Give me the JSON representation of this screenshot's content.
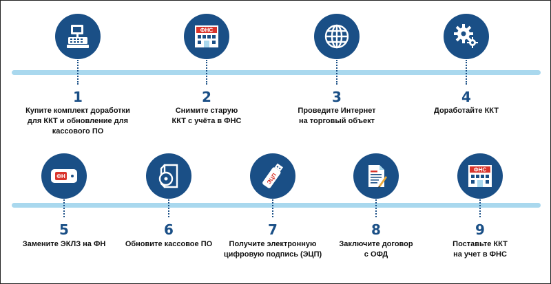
{
  "colors": {
    "circle": "#1a4f86",
    "timeline": "#a9d8ee",
    "accent_red": "#d9342b"
  },
  "row1": [
    {
      "number": "1",
      "icon": "cash-register-icon",
      "label_lines": [
        "Купите комплект доработки",
        "для ККТ и обновление для",
        "кассового ПО"
      ]
    },
    {
      "number": "2",
      "icon": "fns-building-icon",
      "badge": "ФНС",
      "label_lines": [
        "Снимите старую",
        "ККТ с учёта в ФНС"
      ]
    },
    {
      "number": "3",
      "icon": "globe-icon",
      "label_lines": [
        "Проведите Интернет",
        "на торговый объект"
      ]
    },
    {
      "number": "4",
      "icon": "gears-icon",
      "label_lines": [
        "Доработайте ККТ"
      ]
    }
  ],
  "row2": [
    {
      "number": "5",
      "icon": "fiscal-drive-icon",
      "badge": "ФН",
      "label_lines": [
        "Замените ЭКЛЗ на ФН"
      ]
    },
    {
      "number": "6",
      "icon": "software-disc-icon",
      "label_lines": [
        "Обновите кассовое ПО"
      ]
    },
    {
      "number": "7",
      "icon": "usb-token-icon",
      "badge": "ЭЦП",
      "label_lines": [
        "Получите электронную",
        "цифровую подпись (ЭЦП)"
      ]
    },
    {
      "number": "8",
      "icon": "contract-document-icon",
      "label_lines": [
        "Заключите договор",
        "с ОФД"
      ]
    },
    {
      "number": "9",
      "icon": "fns-building-icon",
      "badge": "ФНС",
      "label_lines": [
        "Поставьте ККТ",
        "на учет в ФНС"
      ]
    }
  ]
}
